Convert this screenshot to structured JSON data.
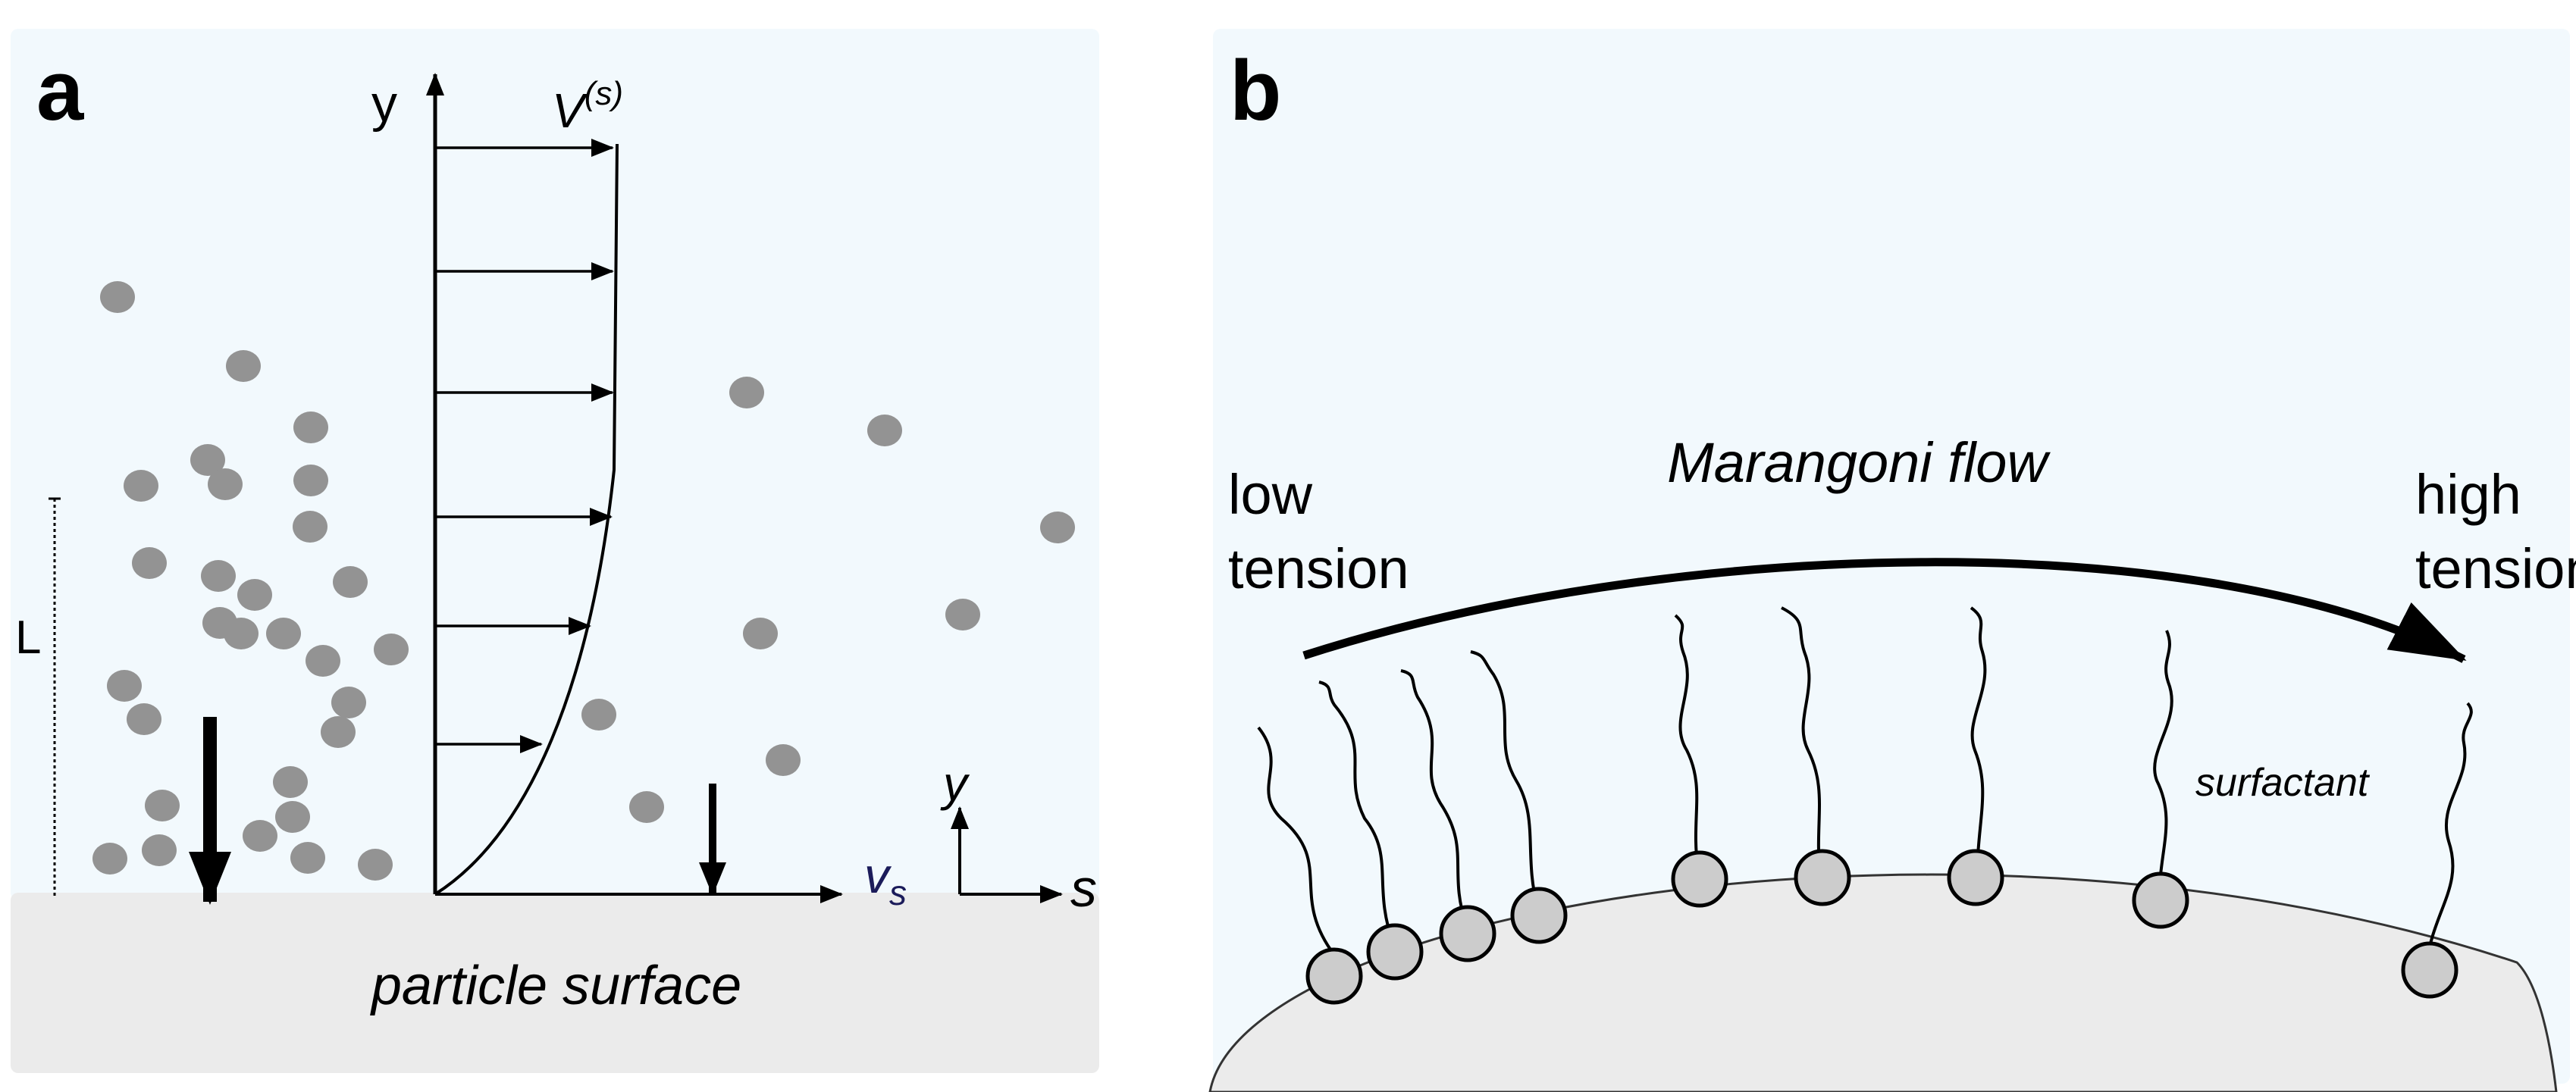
{
  "panel_a": {
    "label": "a",
    "axis_y": "y",
    "velocity_label": "V",
    "velocity_sup": "(s)",
    "slip_label": "v",
    "slip_sub": "s",
    "length_label": "L",
    "surface_label": "particle surface",
    "coord_y": "y",
    "coord_s": "s",
    "background_color": "#f2f9fd",
    "surface_color": "#ebebeb",
    "particle_color": "#939393"
  },
  "panel_b": {
    "label": "b",
    "flow_label": "Marangoni flow",
    "low_line1": "low",
    "low_line2": "tension",
    "high_line1": "high",
    "high_line2": "tension",
    "surfactant_label": "surfactant",
    "background_color": "#f2f9fd",
    "particle_color": "#ebebeb",
    "head_color": "#cccccc"
  }
}
